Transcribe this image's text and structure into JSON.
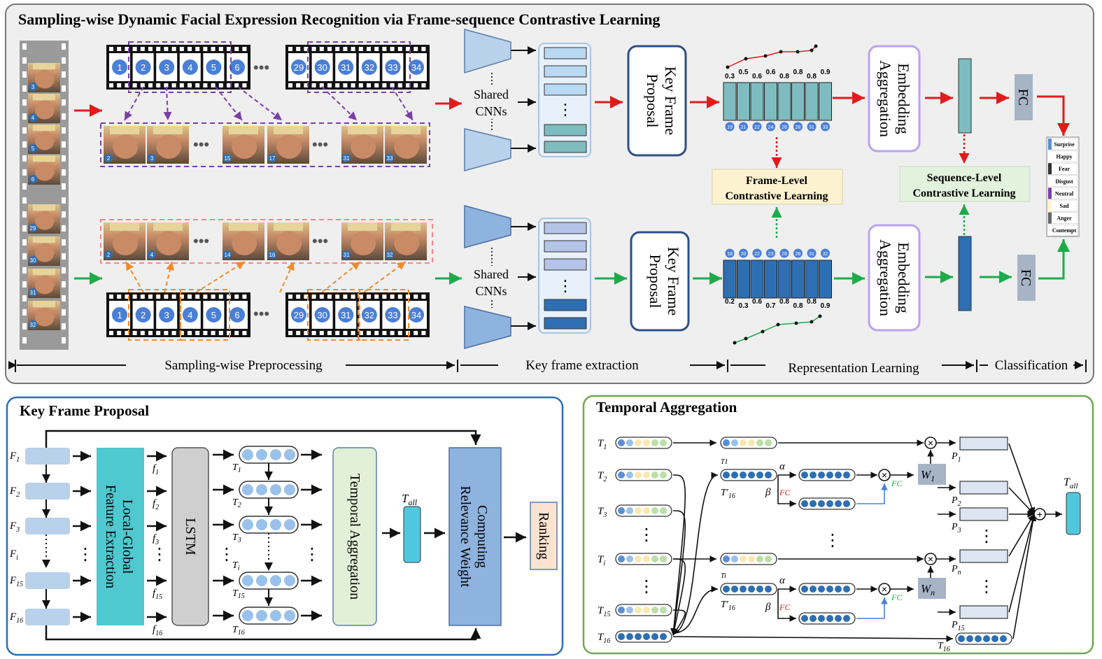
{
  "main_title": "Sampling-wise Dynamic Facial Expression Recognition via Frame-sequence Contrastive Learning",
  "top_frames_left": [
    "1",
    "2",
    "3",
    "4",
    "5",
    "6"
  ],
  "top_frames_right": [
    "29",
    "30",
    "31",
    "32",
    "33",
    "34"
  ],
  "ellipsis": "•••",
  "filmstrip_labels": [
    "3",
    "4",
    "5",
    "6",
    "29",
    "30",
    "31",
    "32"
  ],
  "sampled_top": [
    "2",
    "3",
    "15",
    "17",
    "31",
    "33"
  ],
  "sampled_bottom": [
    "2",
    "4",
    "14",
    "16",
    "31",
    "32"
  ],
  "shared_cnns": "Shared CNNs",
  "key_frame_proposal": "Key Frame Proposal",
  "embedding_aggregation": "Embedding Aggregation",
  "fc": "FC",
  "frame_level_cl": "Frame-Level Contrastive Learning",
  "sequence_level_cl": "Sequence-Level Contrastive Learning",
  "top_scores": [
    "0.3",
    "0.5",
    "0.6",
    "0.6",
    "0.8",
    "0.8",
    "0.8",
    "0.9"
  ],
  "top_indices": [
    "19",
    "21",
    "22",
    "24",
    "26",
    "28",
    "31",
    "33"
  ],
  "bottom_scores": [
    "0.2",
    "0.3",
    "0.6",
    "0.7",
    "0.8",
    "0.8",
    "0.8",
    "0.9"
  ],
  "bottom_indices": [
    "18",
    "20",
    "22",
    "23",
    "26",
    "28",
    "31",
    "32"
  ],
  "emotions": [
    "Surprise",
    "Happy",
    "Fear",
    "Disgust",
    "Neutral",
    "Sad",
    "Anger",
    "Contempt"
  ],
  "emotion_colors": [
    "#5b8fd6",
    "#ffffff",
    "#333333",
    "#ffffff",
    "#7a3fa6",
    "#fff4cc",
    "#666666",
    "#ffffff"
  ],
  "stage_labels": [
    "Sampling-wise Preprocessing",
    "Key frame extraction",
    "Representation Learning",
    "Classification"
  ],
  "kfp_panel": {
    "title": "Key Frame Proposal",
    "f_labels": [
      "F1",
      "F2",
      "F3",
      "Fi",
      "F15",
      "F16"
    ],
    "feat_labels": [
      "f1",
      "f2",
      "f3",
      "f15",
      "f16"
    ],
    "t_labels": [
      "T1",
      "T2",
      "T3",
      "Ti",
      "T15",
      "T16"
    ],
    "local_global": "Local-Global Feature Extraction",
    "lstm": "LSTM",
    "temporal_agg": "Temporal Aggregation",
    "t_all": "Tall",
    "computing": "Computing Relevance Weight",
    "ranking": "Ranking"
  },
  "ta_panel": {
    "title": "Temporal Aggregation",
    "t_labels": [
      "T1",
      "T2",
      "T3",
      "Ti",
      "T15",
      "T16"
    ],
    "mid_labels": [
      "T1",
      "T′16",
      "Ti",
      "T′16"
    ],
    "alpha": "α",
    "beta": "β",
    "fc_red": "FC",
    "fc_green": "FC",
    "w1": "W1",
    "wn": "Wn",
    "p_labels": [
      "P1",
      "P2",
      "P3",
      "Pn",
      "P15",
      "T16"
    ],
    "t_all": "Tall"
  }
}
